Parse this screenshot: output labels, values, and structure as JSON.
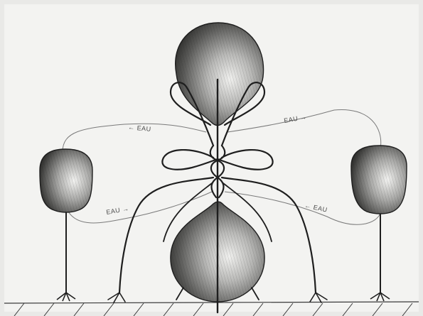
{
  "drawing": {
    "labels": {
      "left_upper": "← EAU",
      "right_upper": "EAU →",
      "left_lower": "EAU →",
      "right_lower": "← EAU"
    },
    "colors": {
      "ink": "#1e1e1e",
      "pencil": "#6f6f6f",
      "paper": "#f3f3f1"
    }
  }
}
